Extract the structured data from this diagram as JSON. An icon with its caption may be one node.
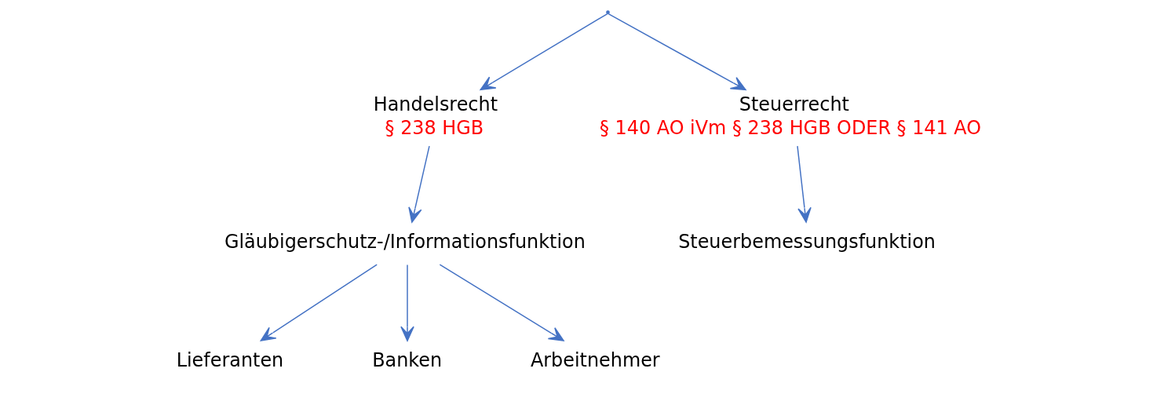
{
  "diagram": {
    "nodes": [
      {
        "text": [],
        "shape": "point"
      },
      {
        "text": [
          "Handelsrecht",
          "§ 238 HGB"
        ]
      },
      {
        "text": [
          "Steuerrecht",
          "§ 140 AO iVm § 238 HGB ODER § 141 AO"
        ]
      },
      {
        "text": [
          "Gläubigerschutz-/Informationsfunktion"
        ]
      },
      {
        "text": [
          "Steuerbemessungsfunktion"
        ]
      },
      {
        "text": [
          "Lieferanten"
        ]
      },
      {
        "text": [
          "Banken"
        ]
      },
      {
        "text": [
          "Arbeitnehmer"
        ]
      }
    ],
    "edges": [
      {
        "from": 0,
        "to": 1,
        "arrow": "to"
      },
      {
        "from": 0,
        "to": 2,
        "arrow": "to"
      },
      {
        "from": 1,
        "to": 3,
        "arrow": "to"
      },
      {
        "from": 2,
        "to": 4,
        "arrow": "to"
      },
      {
        "from": 3,
        "to": 5,
        "arrow": "to"
      },
      {
        "from": 3,
        "to": 6,
        "arrow": "to"
      },
      {
        "from": 3,
        "to": 7,
        "arrow": "to"
      }
    ]
  }
}
